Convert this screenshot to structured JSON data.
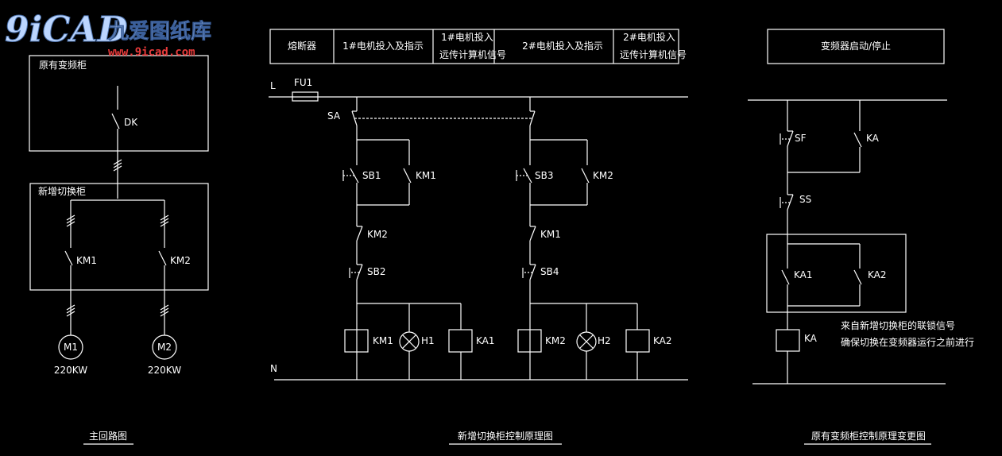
{
  "logo": {
    "brand": "9iCAD",
    "cn_name": "九爱图纸库",
    "url": "www.9icad.com"
  },
  "main_circuit": {
    "cabinet_old": "原有变频柜",
    "switch_dk": "DK",
    "cabinet_new": "新增切换柜",
    "km1": "KM1",
    "km2": "KM2",
    "motor1": "M1",
    "motor2": "M2",
    "power1": "220KW",
    "power2": "220KW",
    "caption": "主回路图"
  },
  "control_circuit": {
    "table": {
      "col1": "熔断器",
      "col2": "1#电机投入及指示",
      "col3_line1": "1#电机投入",
      "col3_line2": "远传计算机信号",
      "col4": "2#电机投入及指示",
      "col5_line1": "2#电机投入",
      "col5_line2": "远传计算机信号"
    },
    "line_l": "L",
    "line_n": "N",
    "fuse": "FU1",
    "sa": "SA",
    "sb1": "SB1",
    "km1_aux": "KM1",
    "sb3": "SB3",
    "km2_aux": "KM2",
    "km2_interlock": "KM2",
    "km1_interlock": "KM1",
    "sb2": "SB2",
    "sb4": "SB4",
    "coil_km1": "KM1",
    "lamp_h1": "H1",
    "coil_ka1": "KA1",
    "coil_km2": "KM2",
    "lamp_h2": "H2",
    "coil_ka2": "KA2",
    "caption": "新增切换柜控制原理图"
  },
  "vfd_circuit": {
    "header": "变频器启动/停止",
    "sf": "SF",
    "ka_contact": "KA",
    "ss": "SS",
    "ka1": "KA1",
    "ka2": "KA2",
    "coil_ka": "KA",
    "note_line1": "来自新增切换柜的联锁信号",
    "note_line2": "确保切换在变频器运行之前进行",
    "caption": "原有变频柜控制原理变更图"
  }
}
